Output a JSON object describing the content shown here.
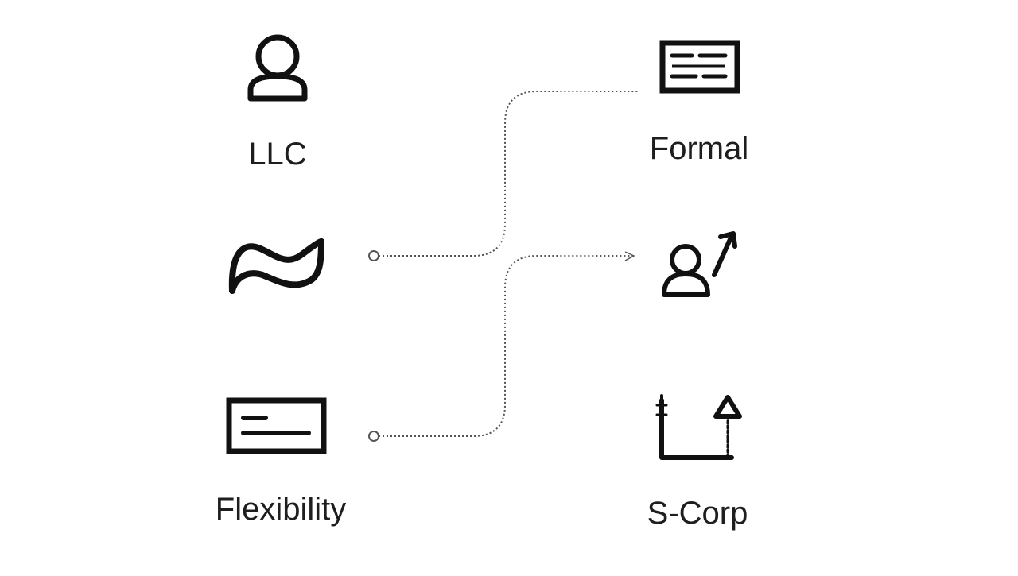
{
  "diagram": {
    "left_column": {
      "top_label": "LLC",
      "bottom_label": "Flexibility"
    },
    "right_column": {
      "top_label": "Formal",
      "bottom_label": "S-Corp"
    },
    "icons": [
      "person-icon",
      "wave-icon",
      "document-icon",
      "form-document-icon",
      "person-growth-icon",
      "growth-chart-icon"
    ],
    "connectors": [
      {
        "from": "wave-icon",
        "to": "form-document-icon",
        "style": "dotted"
      },
      {
        "from": "document-icon",
        "to": "person-growth-icon",
        "style": "dotted",
        "arrow": true
      }
    ],
    "colors": {
      "icon_stroke": "#111111",
      "text": "#1e1e1e",
      "connector": "#555555",
      "background": "#ffffff"
    }
  }
}
